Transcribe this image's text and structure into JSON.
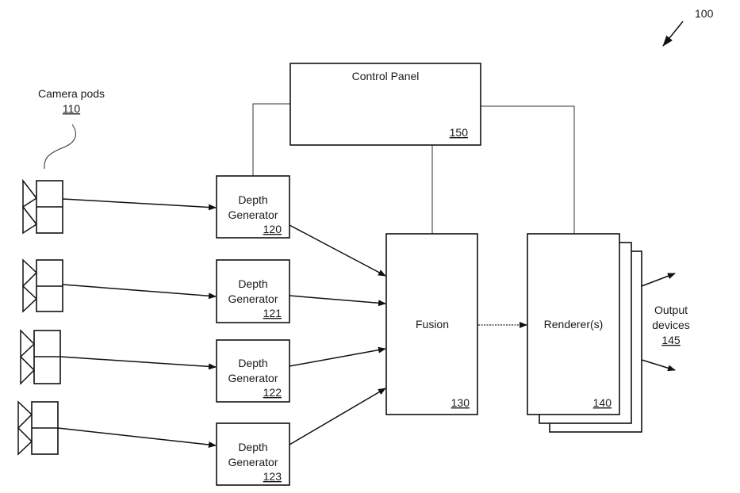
{
  "figure": {
    "ref": "100"
  },
  "camera_pods": {
    "label": "Camera pods",
    "ref": "110",
    "count": 4
  },
  "depth_generators": [
    {
      "line1": "Depth",
      "line2": "Generator",
      "ref": "120"
    },
    {
      "line1": "Depth",
      "line2": "Generator",
      "ref": "121"
    },
    {
      "line1": "Depth",
      "line2": "Generator",
      "ref": "122"
    },
    {
      "line1": "Depth",
      "line2": "Generator",
      "ref": "123"
    }
  ],
  "control_panel": {
    "label": "Control Panel",
    "ref": "150"
  },
  "fusion": {
    "label": "Fusion",
    "ref": "130"
  },
  "renderers": {
    "label": "Renderer(s)",
    "ref": "140"
  },
  "output_devices": {
    "line1": "Output",
    "line2": "devices",
    "ref": "145"
  }
}
